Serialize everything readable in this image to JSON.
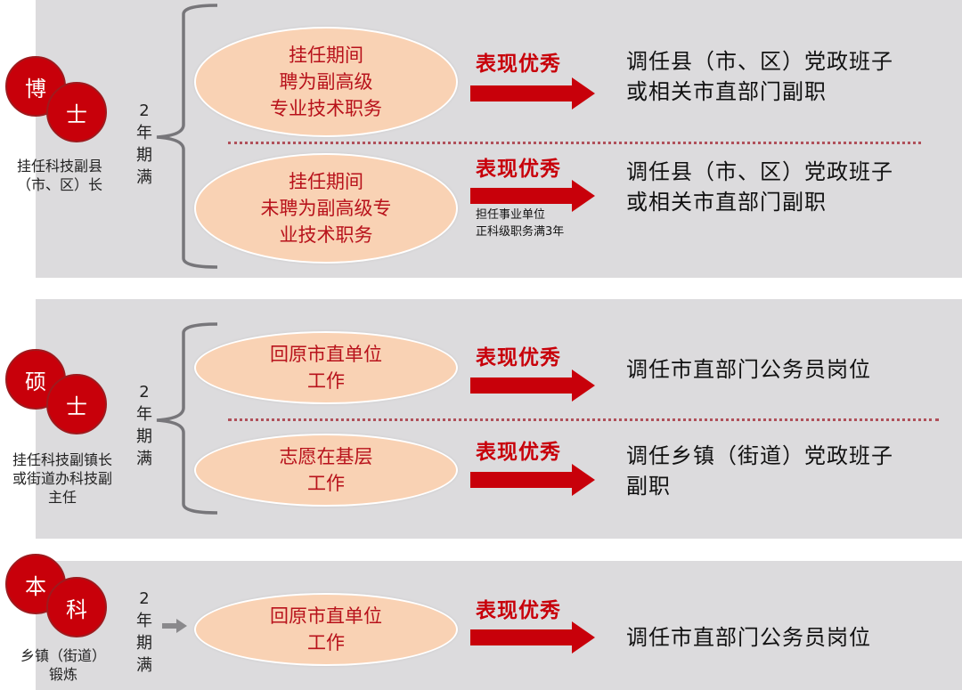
{
  "colors": {
    "badge_red": "#c8000a",
    "ellipse_fill": "#f9d2b4",
    "ellipse_text": "#b8121b",
    "panel_bg": "#dcdbdd",
    "divider": "#b0505a"
  },
  "sections": [
    {
      "id": "doctor",
      "badge": [
        "博",
        "士"
      ],
      "caption": [
        "挂任科技副县",
        "（市、区）长"
      ],
      "period": [
        "2",
        "年",
        "期",
        "满"
      ],
      "branches": [
        {
          "condition": [
            "挂任期间",
            "聘为副高级",
            "专业技术职务"
          ],
          "performance": "表现优秀",
          "note": [],
          "outcome": [
            "调任县（市、区）党政班子",
            "或相关市直部门副职"
          ]
        },
        {
          "condition": [
            "挂任期间",
            "未聘为副高级专",
            "业技术职务"
          ],
          "performance": "表现优秀",
          "note": [
            "担任事业单位",
            "正科级职务满3年"
          ],
          "outcome": [
            "调任县（市、区）党政班子",
            "或相关市直部门副职"
          ]
        }
      ]
    },
    {
      "id": "master",
      "badge": [
        "硕",
        "士"
      ],
      "caption": [
        "挂任科技副镇长",
        "或街道办科技副",
        "主任"
      ],
      "period": [
        "2",
        "年",
        "期",
        "满"
      ],
      "branches": [
        {
          "condition": [
            "回原市直单位",
            "工作"
          ],
          "performance": "表现优秀",
          "outcome": [
            "调任市直部门公务员岗位"
          ]
        },
        {
          "condition": [
            "志愿在基层",
            "工作"
          ],
          "performance": "表现优秀",
          "outcome": [
            "调任乡镇（街道）党政班子",
            "副职"
          ]
        }
      ]
    },
    {
      "id": "bachelor",
      "badge": [
        "本",
        "科"
      ],
      "caption": [
        "乡镇（街道）",
        "锻炼"
      ],
      "period": [
        "2",
        "年",
        "期",
        "满"
      ],
      "branches": [
        {
          "condition": [
            "回原市直单位",
            "工作"
          ],
          "performance": "表现优秀",
          "outcome": [
            "调任市直部门公务员岗位"
          ]
        }
      ]
    }
  ]
}
